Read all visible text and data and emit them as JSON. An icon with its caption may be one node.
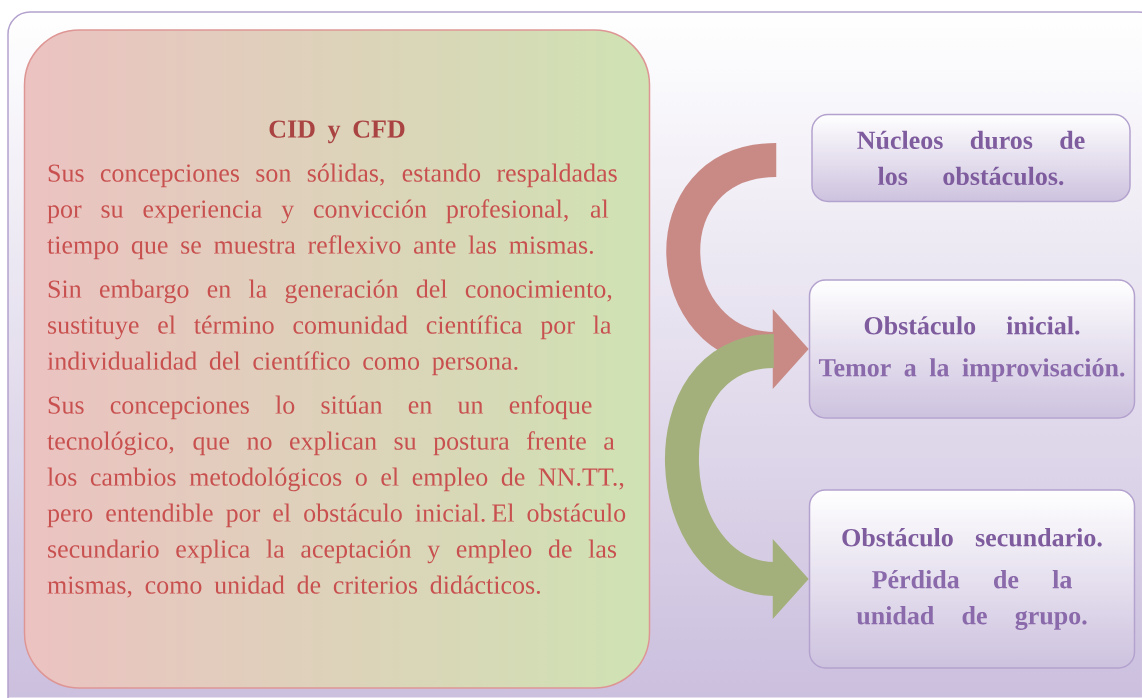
{
  "diagram": {
    "nodes": [
      {
        "text": [
          "CID y CFD",
          "Sus concepciones son sólidas, estando respaldadas por su experiencia y convicción profesional, al tiempo que se muestra reflexivo ante las mismas.",
          "Sin embargo en la generación del conocimiento, sustituye el término comunidad científica por la individualidad del científico como persona.",
          "Sus concepciones lo sitúan en un enfoque tecnológico, que no explican su postura frente a los cambios metodológicos o el empleo de NN.TT., pero entendible por el obstáculo inicial. El obstáculo secundario explica la aceptación y empleo de las mismas, como unidad de criterios didácticos."
        ]
      },
      {
        "text": [
          "Núcleos duros de los obstáculos."
        ]
      },
      {
        "text": [
          "Obstáculo inicial.",
          "Temor a la improvisación."
        ]
      },
      {
        "text": [
          "Obstáculo secundario.",
          "Pérdida de la unidad de grupo."
        ]
      }
    ],
    "edges": [
      {
        "from": 1,
        "to": 2,
        "arrow": "to",
        "color": "#c98a86"
      },
      {
        "from": 2,
        "to": 3,
        "arrow": "to",
        "color": "#a3b07c"
      }
    ]
  }
}
